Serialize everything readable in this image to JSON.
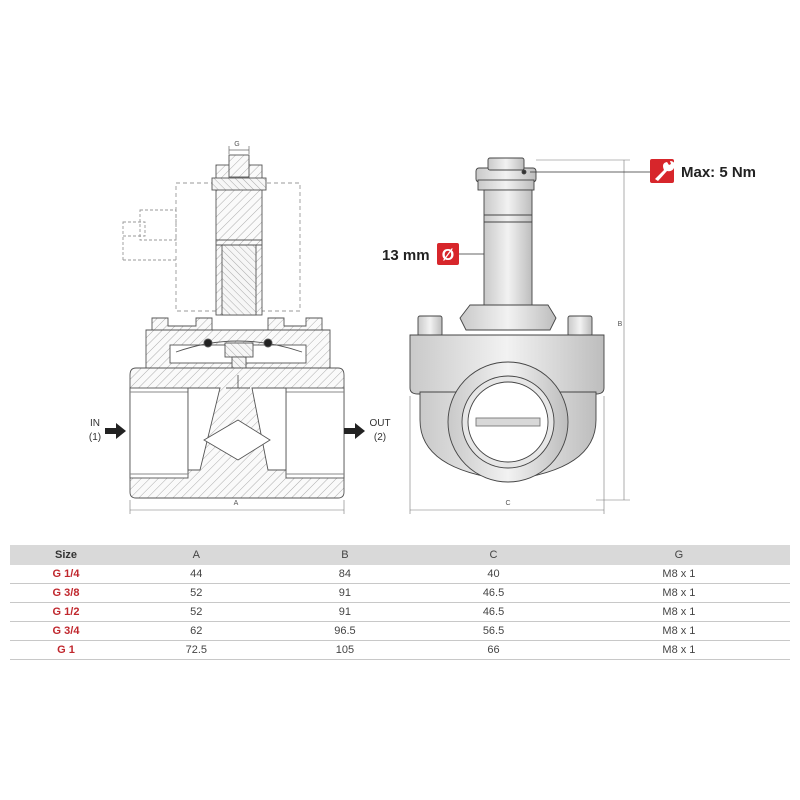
{
  "diagram": {
    "dim_G": "G",
    "dim_A": "A",
    "dim_B": "B",
    "dim_C": "C",
    "inlet_label": "IN",
    "inlet_port": "(1)",
    "outlet_label": "OUT",
    "outlet_port": "(2)",
    "wrench_callout": "Max: 5 Nm",
    "diameter_callout": "13 mm",
    "diameter_symbol": "Ø",
    "icons": [
      "wrench-icon",
      "diameter-icon",
      "arrow-right-icon"
    ],
    "accent_color": "#d7262b"
  },
  "table": {
    "headers": [
      "Size",
      "A",
      "B",
      "C",
      "G"
    ],
    "rows": [
      [
        "G 1/4",
        "44",
        "84",
        "40",
        "M8 x 1"
      ],
      [
        "G 3/8",
        "52",
        "91",
        "46.5",
        "M8 x 1"
      ],
      [
        "G 1/2",
        "52",
        "91",
        "46.5",
        "M8 x 1"
      ],
      [
        "G 3/4",
        "62",
        "96.5",
        "56.5",
        "M8 x 1"
      ],
      [
        "G 1",
        "72.5",
        "105",
        "66",
        "M8 x 1"
      ]
    ]
  }
}
